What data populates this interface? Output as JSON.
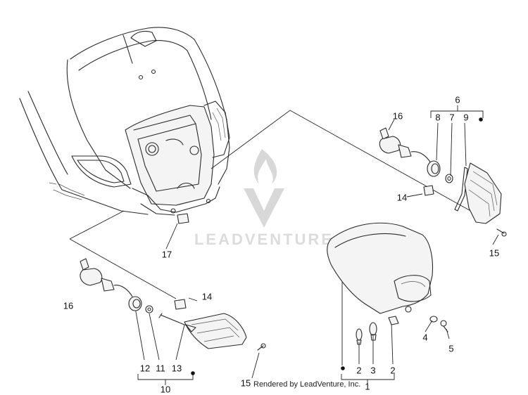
{
  "watermark": {
    "brand": "LEADVENTURE"
  },
  "callouts": {
    "c1": "1",
    "c2a": "2",
    "c2b": "2",
    "c3": "3",
    "c4": "4",
    "c5": "5",
    "c6": "6",
    "c7": "7",
    "c8": "8",
    "c9": "9",
    "c10": "10",
    "c11": "11",
    "c12": "12",
    "c13": "13",
    "c14a": "14",
    "c14b": "14",
    "c15a": "15",
    "c15b": "15",
    "c16a": "16",
    "c16b": "16",
    "c17": "17"
  },
  "footer": {
    "credit": "Rendered by LeadVenture, Inc."
  },
  "colors": {
    "line": "#2a2a2a",
    "watermark": "#d8d8d8"
  }
}
